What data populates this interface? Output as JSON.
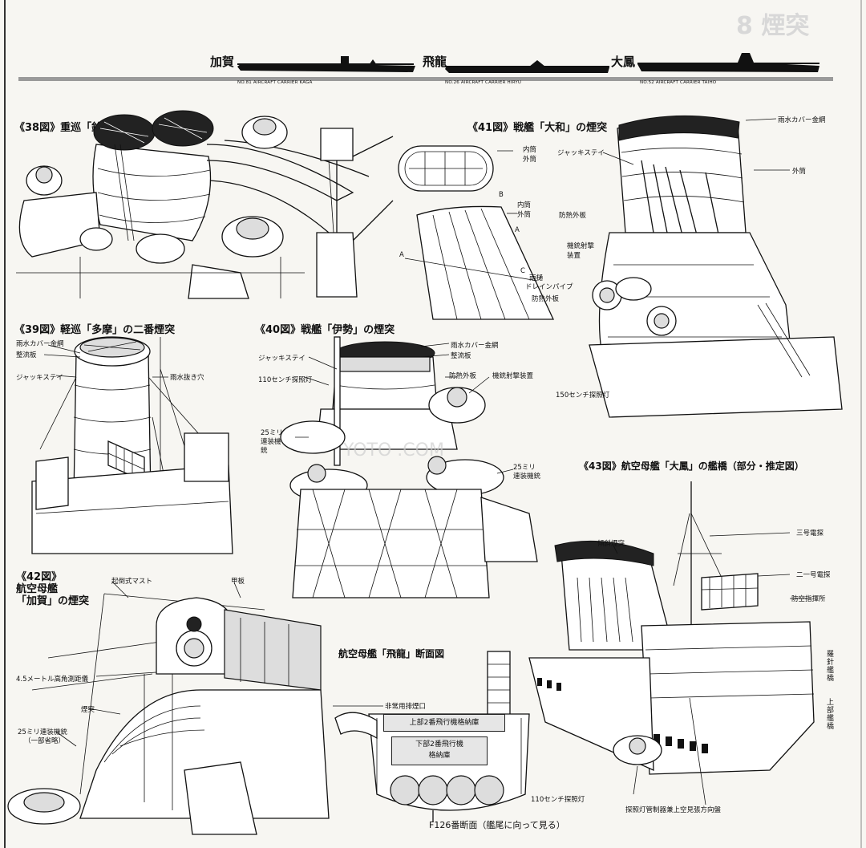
{
  "header": {
    "ships": [
      {
        "name": "加賀",
        "caption": "NO.81 AIRCRAFT CARRIER KAGA"
      },
      {
        "name": "飛龍",
        "caption": "NO.26 AIRCRAFT CARRIER HIRYU"
      },
      {
        "name": "大鳳",
        "caption": "NO.52 AIRCRAFT CARRIER TAIHO"
      }
    ]
  },
  "fig38": {
    "title": "《38図》重巡「鈴谷」"
  },
  "fig39": {
    "title": "《39図》軽巡「多摩」の二番煙突",
    "labels": [
      "雨水カバー金網",
      "整流板",
      "ジャッキステイ",
      "雨水抜き穴"
    ]
  },
  "fig40": {
    "title": "《40図》戦艦「伊勢」の煙突",
    "labels": [
      "雨水カバー金網",
      "整流板",
      "ジャッキステイ",
      "110センチ探照灯",
      "防熱外板",
      "機銃射撃装置",
      "25ミリ連装機銃",
      "25ミリ連装機銃"
    ]
  },
  "fig41": {
    "title": "《41図》戦艦「大和」の煙突",
    "labels": [
      "内筒",
      "外筒",
      "B",
      "内筒",
      "外筒",
      "A",
      "A",
      "C",
      "雨樋",
      "ドレインパイプ",
      "防熱外板",
      "雨水カバー金網",
      "ジャッキステイ",
      "外筒",
      "防熱外板",
      "機銃射撃装置",
      "150センチ探照灯"
    ]
  },
  "fig42": {
    "title_lines": [
      "《42図》",
      "航空母艦",
      "「加賀」の煙突"
    ],
    "labels": [
      "起倒式マスト",
      "甲板",
      "4.5メートル高角測距儀",
      "煙突",
      "25ミリ連装機銃",
      "（一部省略）"
    ]
  },
  "section": {
    "title": "航空母艦「飛龍」断面図",
    "labels": [
      "非常用排煙口",
      "上部2番飛行機格納庫",
      "下部2番飛行機",
      "格納庫"
    ],
    "caption": "F126番断面（艦尾に向って見る）"
  },
  "fig43": {
    "title": "《43図》航空母艦「大鳳」の艦橋（部分・推定図）",
    "labels": [
      "傾斜煙突",
      "三号電探",
      "二一号電探",
      "防空指揮所",
      "110センチ探照灯",
      "探照灯管制器兼上空見張方向盤"
    ],
    "vertical_labels": [
      "羅針艦橋",
      "上部艦橋"
    ]
  }
}
